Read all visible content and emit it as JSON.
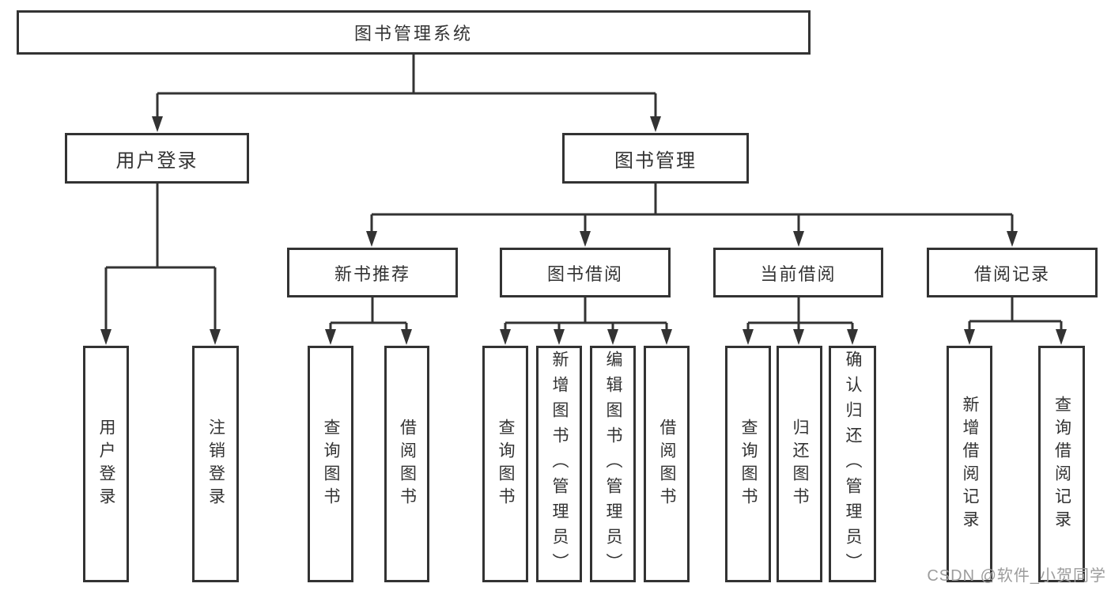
{
  "diagram": {
    "title": "图书管理系统",
    "branches": [
      {
        "label": "用户登录",
        "children": [
          {
            "label": "用户登录"
          },
          {
            "label": "注销登录"
          }
        ]
      },
      {
        "label": "图书管理",
        "sections": [
          {
            "label": "新书推荐",
            "children": [
              {
                "label": "查询图书"
              },
              {
                "label": "借阅图书"
              }
            ]
          },
          {
            "label": "图书借阅",
            "children": [
              {
                "label": "查询图书"
              },
              {
                "label": "新增图书（管理员）"
              },
              {
                "label": "编辑图书（管理员）"
              },
              {
                "label": "借阅图书"
              }
            ]
          },
          {
            "label": "当前借阅",
            "children": [
              {
                "label": "查询图书"
              },
              {
                "label": "归还图书"
              },
              {
                "label": "确认归还（管理员）"
              }
            ]
          },
          {
            "label": "借阅记录",
            "children": [
              {
                "label": "新增借阅记录"
              },
              {
                "label": "查询借阅记录"
              }
            ]
          }
        ]
      }
    ]
  },
  "watermark": {
    "text": "CSDN @软件_小贺同学"
  },
  "colors": {
    "line": "#333333",
    "box_border": "#333333",
    "text": "#333333",
    "watermark": "#9c9c9c",
    "background": "#ffffff"
  }
}
